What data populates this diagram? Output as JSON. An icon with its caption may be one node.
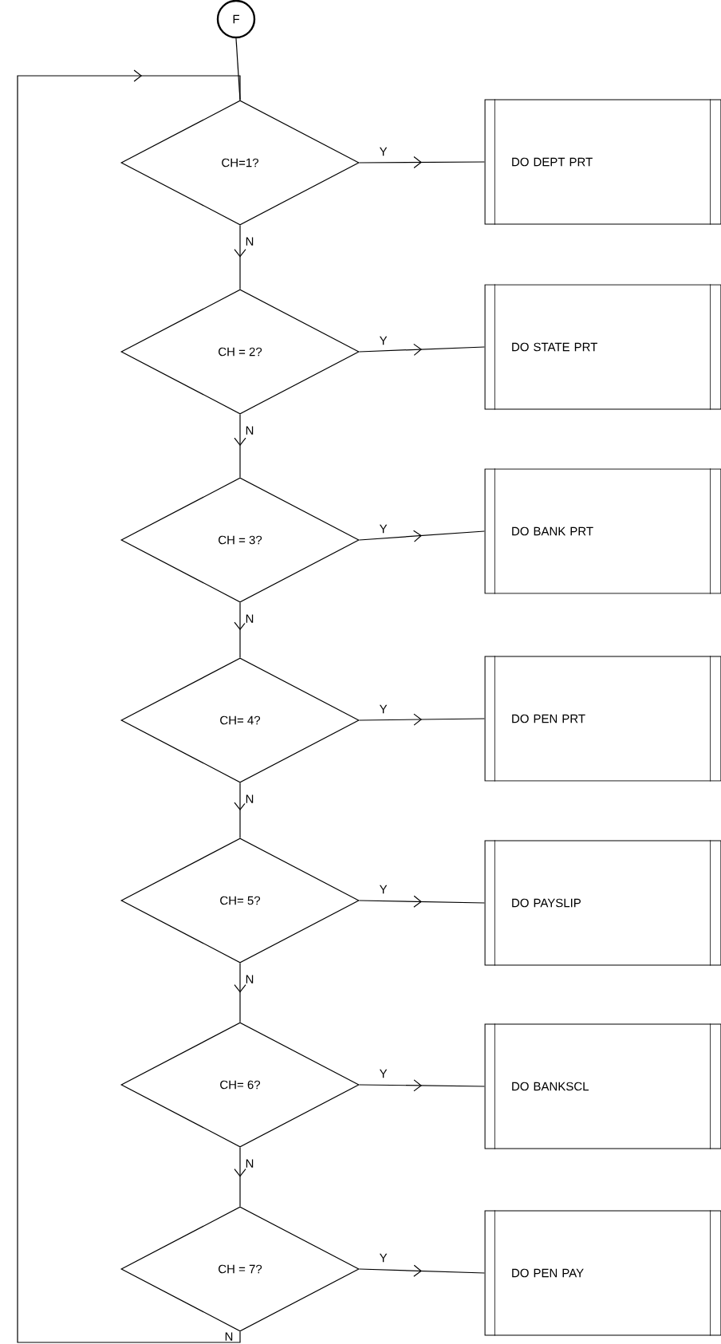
{
  "diagram": {
    "nodes": [
      {
        "text": [
          "F"
        ]
      },
      {
        "text": [
          "CH=1?"
        ]
      },
      {
        "text": [
          "DO DEPT PRT"
        ]
      },
      {
        "text": [
          "CH = 2?"
        ]
      },
      {
        "text": [
          "DO STATE PRT"
        ]
      },
      {
        "text": [
          "CH = 3?"
        ]
      },
      {
        "text": [
          "DO BANK PRT"
        ]
      },
      {
        "text": [
          "CH= 4?"
        ]
      },
      {
        "text": [
          "DO PEN PRT"
        ]
      },
      {
        "text": [
          "CH= 5?"
        ]
      },
      {
        "text": [
          "DO PAYSLIP"
        ]
      },
      {
        "text": [
          "CH= 6?"
        ]
      },
      {
        "text": [
          "DO BANKSCL"
        ]
      },
      {
        "text": [
          "CH = 7?"
        ]
      },
      {
        "text": [
          "DO PEN PAY"
        ]
      }
    ],
    "edges": [
      {
        "from": 0,
        "to": 1,
        "arrow": "none"
      },
      {
        "from": 1,
        "to": 2,
        "arrow": "to",
        "label": "Y"
      },
      {
        "from": 1,
        "to": 3,
        "arrow": "to",
        "label": "N"
      },
      {
        "from": 3,
        "to": 4,
        "arrow": "to",
        "label": "Y"
      },
      {
        "from": 3,
        "to": 5,
        "arrow": "to",
        "label": "N"
      },
      {
        "from": 5,
        "to": 6,
        "arrow": "to",
        "label": "Y"
      },
      {
        "from": 5,
        "to": 7,
        "arrow": "to",
        "label": "N"
      },
      {
        "from": 7,
        "to": 8,
        "arrow": "to",
        "label": "Y"
      },
      {
        "from": 7,
        "to": 9,
        "arrow": "to",
        "label": "N"
      },
      {
        "from": 9,
        "to": 10,
        "arrow": "to",
        "label": "Y"
      },
      {
        "from": 9,
        "to": 11,
        "arrow": "to",
        "label": "N"
      },
      {
        "from": 11,
        "to": 12,
        "arrow": "to",
        "label": "Y"
      },
      {
        "from": 11,
        "to": 13,
        "arrow": "to",
        "label": "N"
      },
      {
        "from": 13,
        "to": 14,
        "arrow": "to",
        "label": "Y"
      },
      {
        "from": 13,
        "to": 1,
        "arrow": "to",
        "label": "N"
      }
    ]
  }
}
